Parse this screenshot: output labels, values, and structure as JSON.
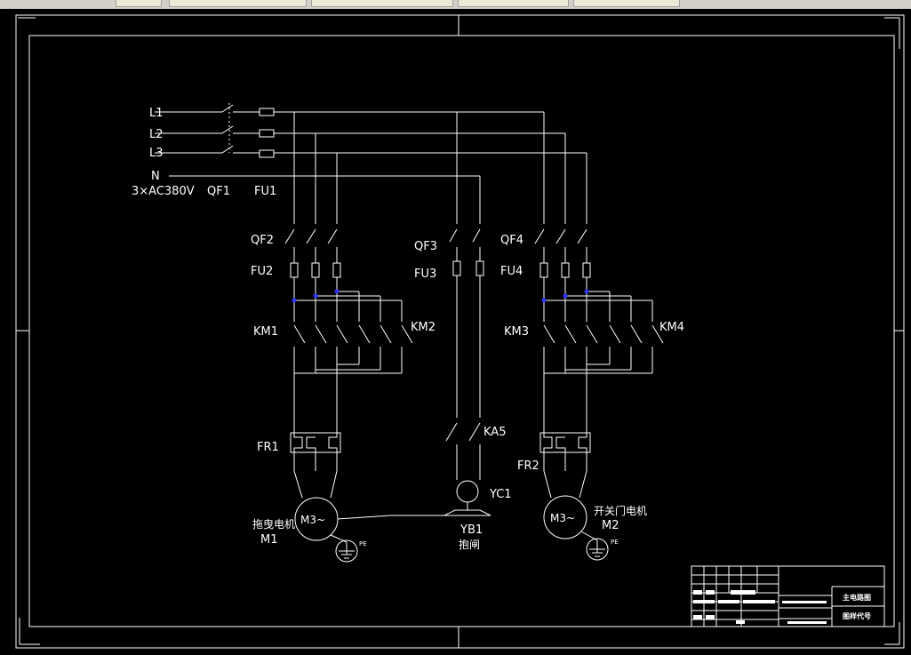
{
  "window": {
    "tabs": [
      "",
      "",
      "",
      "",
      ""
    ]
  },
  "colors": {
    "background": "#000000",
    "line": "#ffffff",
    "junction": "#3333ff"
  },
  "diagram": {
    "supply": {
      "l1": "L1",
      "l2": "L2",
      "l3": "L3",
      "n": "N",
      "voltage": "3×AC380V",
      "qf1": "QF1",
      "fu1": "FU1"
    },
    "left": {
      "qf": "QF2",
      "fu": "FU2",
      "km_a": "KM1",
      "km_b": "KM2",
      "fr": "FR1",
      "motor": "M3~",
      "motor_name": "拖曳电机",
      "motor_id": "M1",
      "pe": "PE"
    },
    "middle": {
      "qf": "QF3",
      "fu": "FU3",
      "ka": "KA5",
      "yc": "YC1",
      "yb": "YB1",
      "yb_name": "抱闸"
    },
    "right": {
      "qf": "QF4",
      "fu": "FU4",
      "km_a": "KM3",
      "km_b": "KM4",
      "fr": "FR2",
      "motor": "M3~",
      "motor_name": "开关门电机",
      "motor_id": "M2",
      "pe": "PE"
    },
    "title_block": {
      "title": "主电路图",
      "drawing_no": "图样代号"
    }
  }
}
